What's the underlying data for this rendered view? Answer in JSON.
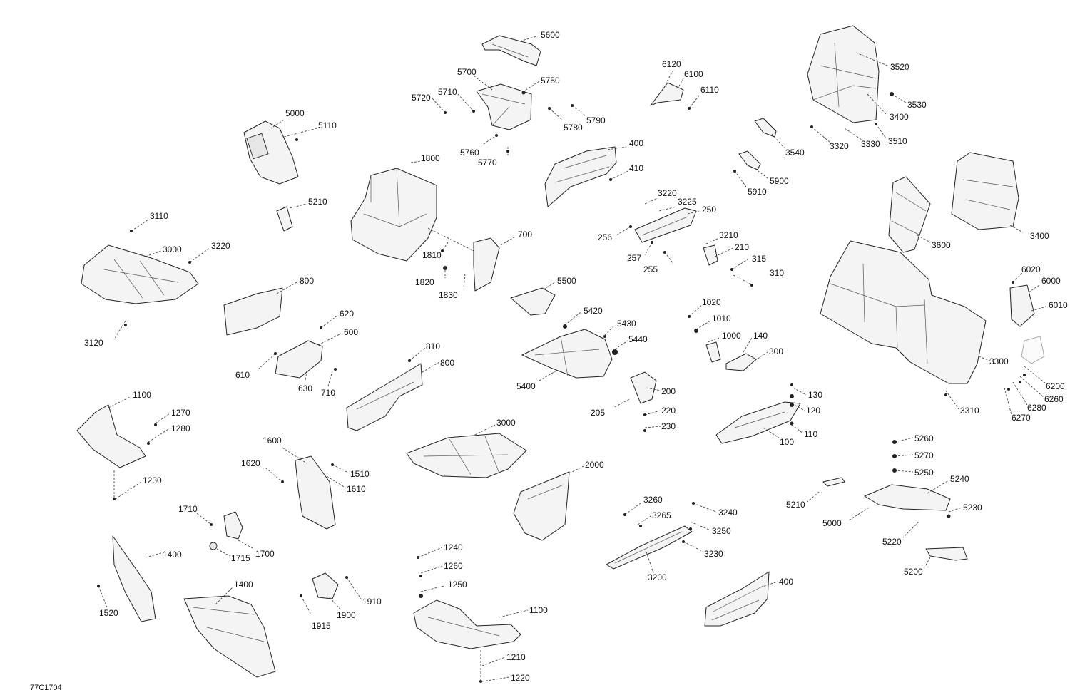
{
  "drawing_ref": "77C1704",
  "callouts": [
    {
      "id": "5600",
      "text": "5600"
    },
    {
      "id": "5700",
      "text": "5700"
    },
    {
      "id": "5750",
      "text": "5750"
    },
    {
      "id": "5720",
      "text": "5720"
    },
    {
      "id": "5710",
      "text": "5710"
    },
    {
      "id": "5780",
      "text": "5780"
    },
    {
      "id": "5790",
      "text": "5790"
    },
    {
      "id": "5760",
      "text": "5760"
    },
    {
      "id": "5770",
      "text": "5770"
    },
    {
      "id": "5000a",
      "text": "5000"
    },
    {
      "id": "5110",
      "text": "5110"
    },
    {
      "id": "5210a",
      "text": "5210"
    },
    {
      "id": "1800",
      "text": "1800"
    },
    {
      "id": "700",
      "text": "700"
    },
    {
      "id": "1810",
      "text": "1810"
    },
    {
      "id": "1820",
      "text": "1820"
    },
    {
      "id": "1830",
      "text": "1830"
    },
    {
      "id": "6120",
      "text": "6120"
    },
    {
      "id": "6100",
      "text": "6100"
    },
    {
      "id": "6110",
      "text": "6110"
    },
    {
      "id": "400a",
      "text": "400"
    },
    {
      "id": "410",
      "text": "410"
    },
    {
      "id": "3520",
      "text": "3520"
    },
    {
      "id": "3530",
      "text": "3530"
    },
    {
      "id": "3400a",
      "text": "3400"
    },
    {
      "id": "3510",
      "text": "3510"
    },
    {
      "id": "3330",
      "text": "3330"
    },
    {
      "id": "3320",
      "text": "3320"
    },
    {
      "id": "3540",
      "text": "3540"
    },
    {
      "id": "5900",
      "text": "5900"
    },
    {
      "id": "5910",
      "text": "5910"
    },
    {
      "id": "3220a",
      "text": "3220"
    },
    {
      "id": "3225",
      "text": "3225"
    },
    {
      "id": "250",
      "text": "250"
    },
    {
      "id": "256",
      "text": "256"
    },
    {
      "id": "257",
      "text": "257"
    },
    {
      "id": "255",
      "text": "255"
    },
    {
      "id": "3210",
      "text": "3210"
    },
    {
      "id": "210",
      "text": "210"
    },
    {
      "id": "315",
      "text": "315"
    },
    {
      "id": "310",
      "text": "310"
    },
    {
      "id": "3600",
      "text": "3600"
    },
    {
      "id": "3400b",
      "text": "3400"
    },
    {
      "id": "3110",
      "text": "3110"
    },
    {
      "id": "3000a",
      "text": "3000"
    },
    {
      "id": "3220b",
      "text": "3220"
    },
    {
      "id": "3120",
      "text": "3120"
    },
    {
      "id": "800a",
      "text": "800"
    },
    {
      "id": "620",
      "text": "620"
    },
    {
      "id": "600",
      "text": "600"
    },
    {
      "id": "610",
      "text": "610"
    },
    {
      "id": "630",
      "text": "630"
    },
    {
      "id": "710",
      "text": "710"
    },
    {
      "id": "5500",
      "text": "5500"
    },
    {
      "id": "5420",
      "text": "5420"
    },
    {
      "id": "5430",
      "text": "5430"
    },
    {
      "id": "5440",
      "text": "5440"
    },
    {
      "id": "5400",
      "text": "5400"
    },
    {
      "id": "1020",
      "text": "1020"
    },
    {
      "id": "1010",
      "text": "1010"
    },
    {
      "id": "1000",
      "text": "1000"
    },
    {
      "id": "140",
      "text": "140"
    },
    {
      "id": "300",
      "text": "300"
    },
    {
      "id": "6020",
      "text": "6020"
    },
    {
      "id": "6000",
      "text": "6000"
    },
    {
      "id": "6010",
      "text": "6010"
    },
    {
      "id": "3300",
      "text": "3300"
    },
    {
      "id": "810",
      "text": "810"
    },
    {
      "id": "800b",
      "text": "800"
    },
    {
      "id": "200",
      "text": "200"
    },
    {
      "id": "205",
      "text": "205"
    },
    {
      "id": "220",
      "text": "220"
    },
    {
      "id": "230",
      "text": "230"
    },
    {
      "id": "130",
      "text": "130"
    },
    {
      "id": "120",
      "text": "120"
    },
    {
      "id": "110",
      "text": "110"
    },
    {
      "id": "100",
      "text": "100"
    },
    {
      "id": "6200",
      "text": "6200"
    },
    {
      "id": "6260",
      "text": "6260"
    },
    {
      "id": "6280",
      "text": "6280"
    },
    {
      "id": "6270",
      "text": "6270"
    },
    {
      "id": "3310",
      "text": "3310"
    },
    {
      "id": "1100a",
      "text": "1100"
    },
    {
      "id": "1270",
      "text": "1270"
    },
    {
      "id": "1280",
      "text": "1280"
    },
    {
      "id": "1230",
      "text": "1230"
    },
    {
      "id": "3000b",
      "text": "3000"
    },
    {
      "id": "1600",
      "text": "1600"
    },
    {
      "id": "1620",
      "text": "1620"
    },
    {
      "id": "1510",
      "text": "1510"
    },
    {
      "id": "1610",
      "text": "1610"
    },
    {
      "id": "2000",
      "text": "2000"
    },
    {
      "id": "5260",
      "text": "5260"
    },
    {
      "id": "5270",
      "text": "5270"
    },
    {
      "id": "5250",
      "text": "5250"
    },
    {
      "id": "5240",
      "text": "5240"
    },
    {
      "id": "5210b",
      "text": "5210"
    },
    {
      "id": "5000b",
      "text": "5000"
    },
    {
      "id": "5230",
      "text": "5230"
    },
    {
      "id": "5220",
      "text": "5220"
    },
    {
      "id": "5200",
      "text": "5200"
    },
    {
      "id": "1710",
      "text": "1710"
    },
    {
      "id": "1715",
      "text": "1715"
    },
    {
      "id": "1700",
      "text": "1700"
    },
    {
      "id": "3260",
      "text": "3260"
    },
    {
      "id": "3265",
      "text": "3265"
    },
    {
      "id": "3240",
      "text": "3240"
    },
    {
      "id": "3250",
      "text": "3250"
    },
    {
      "id": "3230",
      "text": "3230"
    },
    {
      "id": "3200",
      "text": "3200"
    },
    {
      "id": "1400a",
      "text": "1400"
    },
    {
      "id": "1520",
      "text": "1520"
    },
    {
      "id": "1400b",
      "text": "1400"
    },
    {
      "id": "1240",
      "text": "1240"
    },
    {
      "id": "1260",
      "text": "1260"
    },
    {
      "id": "1250",
      "text": "1250"
    },
    {
      "id": "1100b",
      "text": "1100"
    },
    {
      "id": "1210",
      "text": "1210"
    },
    {
      "id": "1220",
      "text": "1220"
    },
    {
      "id": "1910",
      "text": "1910"
    },
    {
      "id": "1900",
      "text": "1900"
    },
    {
      "id": "1915",
      "text": "1915"
    },
    {
      "id": "400b",
      "text": "400"
    }
  ]
}
